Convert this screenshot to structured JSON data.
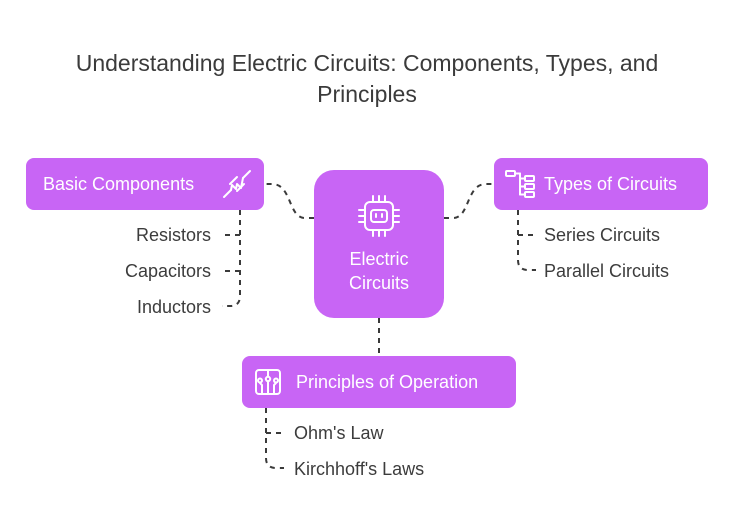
{
  "title": {
    "line1": "Understanding Electric Circuits: Components, Types, and",
    "line2": "Principles"
  },
  "center": {
    "line1": "Electric",
    "line2": "Circuits",
    "icon": "chip-icon"
  },
  "basic_components": {
    "label": "Basic Components",
    "icon": "resistor-icon",
    "items": [
      "Resistors",
      "Capacitors",
      "Inductors"
    ]
  },
  "types_of_circuits": {
    "label": "Types of Circuits",
    "icon": "tree-structure-icon",
    "items": [
      "Series Circuits",
      "Parallel Circuits"
    ]
  },
  "principles": {
    "label": "Principles of Operation",
    "icon": "circuit-board-icon",
    "items": [
      "Ohm's Law",
      "Kirchhoff's Laws"
    ]
  },
  "colors": {
    "node_fill": "#c865f5",
    "node_text": "#ffffff",
    "connector": "#3a3a3a"
  }
}
